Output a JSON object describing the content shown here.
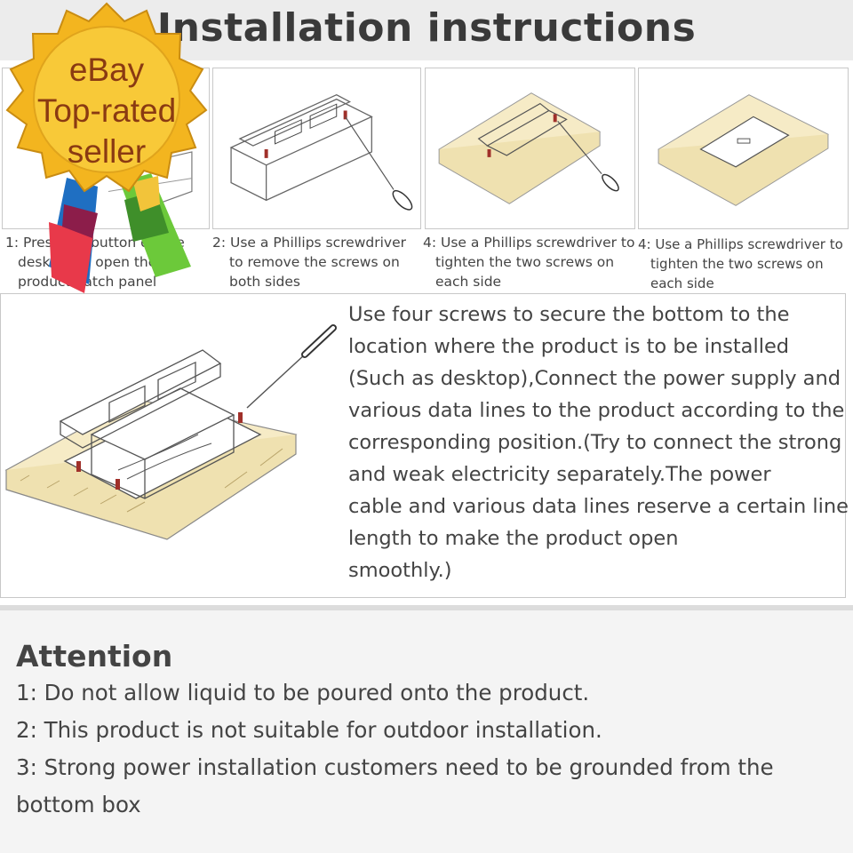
{
  "header": {
    "title": "Installation instructions"
  },
  "steps": [
    {
      "caption_lines": [
        "1: Press the button on the",
        "desktop to open the",
        "product patch panel"
      ]
    },
    {
      "caption_lines": [
        "2: Use a Phillips screwdriver",
        "to remove the screws on",
        "both sides"
      ]
    },
    {
      "caption_lines": [
        "4: Use a Phillips screwdriver to",
        "tighten the two screws on",
        "each side"
      ]
    },
    {
      "caption_lines": [
        "4: Use a Phillips screwdriver to",
        "tighten the two screws on",
        "each side"
      ]
    }
  ],
  "install_text_lines": [
    "Use four screws to secure the bottom to the",
    "location where the product is to be installed",
    "(Such as desktop),Connect the power supply and",
    "various data lines to the product according to the",
    "corresponding position.(Try to connect the strong",
    "and weak electricity separately.The power",
    "cable and various data lines reserve a certain line",
    "length to make the product open",
    "smoothly.)"
  ],
  "attention": {
    "title": "Attention",
    "items": [
      "1: Do not allow liquid to be poured onto the product.",
      "2: This product is not suitable for outdoor installation.",
      "3: Strong power installation customers need to be grounded from the",
      "bottom box"
    ]
  },
  "badge": {
    "lines": [
      "eBay",
      "Top-rated",
      "seller"
    ]
  },
  "colors": {
    "wood": "#f6ebc6",
    "badge_gold": "#f3b51f",
    "badge_text": "#8a3a12",
    "ribbon_blue": "#1f6fc2",
    "ribbon_red": "#e8394a",
    "ribbon_green": "#6cc93a"
  }
}
